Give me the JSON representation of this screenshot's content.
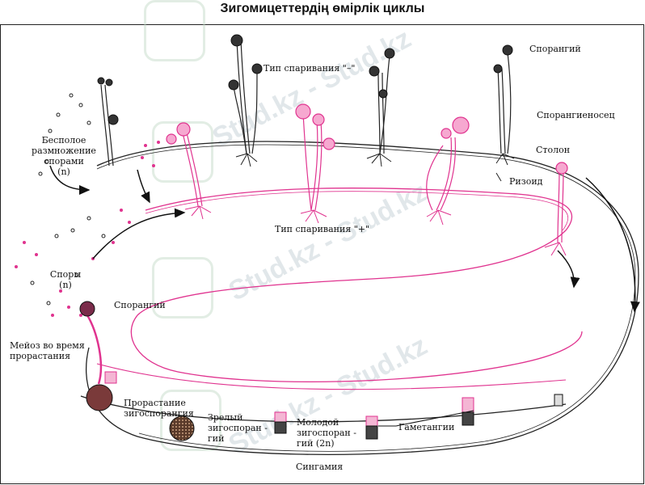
{
  "title": "Зигомицеттердің өмірлік циклы",
  "colors": {
    "black": "#111111",
    "magenta": "#e0338f",
    "stroke": "#222222"
  },
  "labels": {
    "minus_type": "Тип спаривания \"–\"",
    "plus_type": "Тип спаривания \"+\"",
    "sporangium_top": "Спорангий",
    "sporangiophore": "Спорангиеносец",
    "stolon": "Столон",
    "rhizoid": "Ризоид",
    "asexual_1": "Бесполое",
    "asexual_2": "размножение",
    "asexual_3": "спорами",
    "asexual_4": "(n)",
    "spores_1": "Споры",
    "spores_2": "(n)",
    "sporangium_left": "Спорангий",
    "meiosis_1": "Мейоз во время",
    "meiosis_2": "прорастания",
    "germination_1": "Прорастание",
    "germination_2": "зигоспорангия",
    "mature_1": "Зрелый",
    "mature_2": "зигоспоран -",
    "mature_3": "гий",
    "young_1": "Молодой",
    "young_2": "зигоспоран -",
    "young_3": "гий  (2n)",
    "gametangia": "Гаметангии",
    "syngamy": "Сингамия"
  },
  "watermark": {
    "text": "Stud.kz - Stud.kz"
  }
}
